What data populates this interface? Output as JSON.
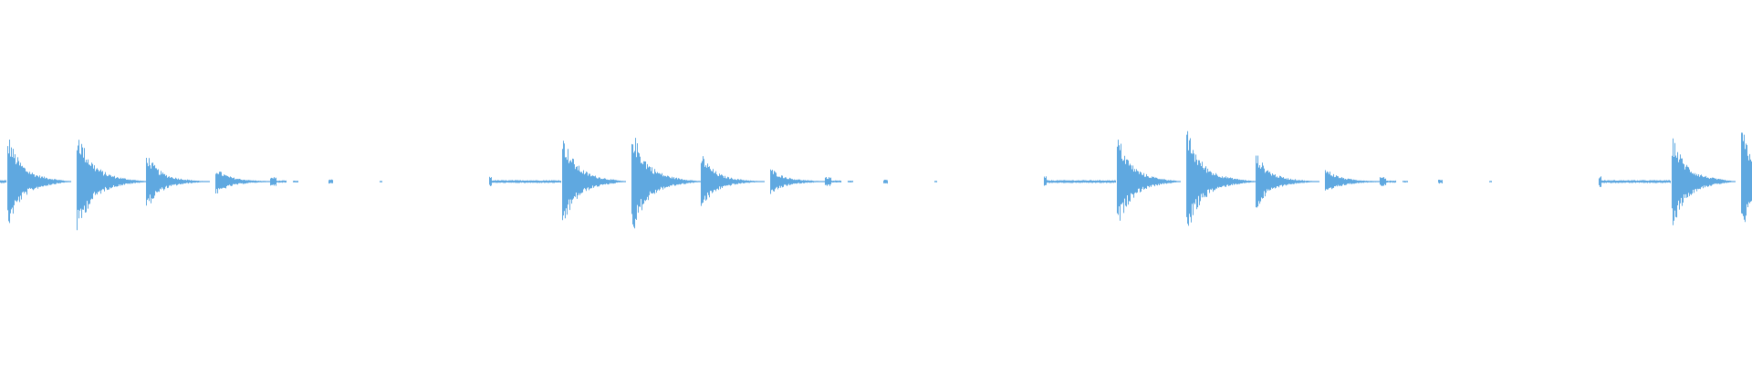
{
  "waveform": {
    "color": "#5fa8e0",
    "background": "#ffffff",
    "cycle_count": 4,
    "transient_count_per_cycle": 4,
    "trailing_segments_per_cycle": 3
  }
}
